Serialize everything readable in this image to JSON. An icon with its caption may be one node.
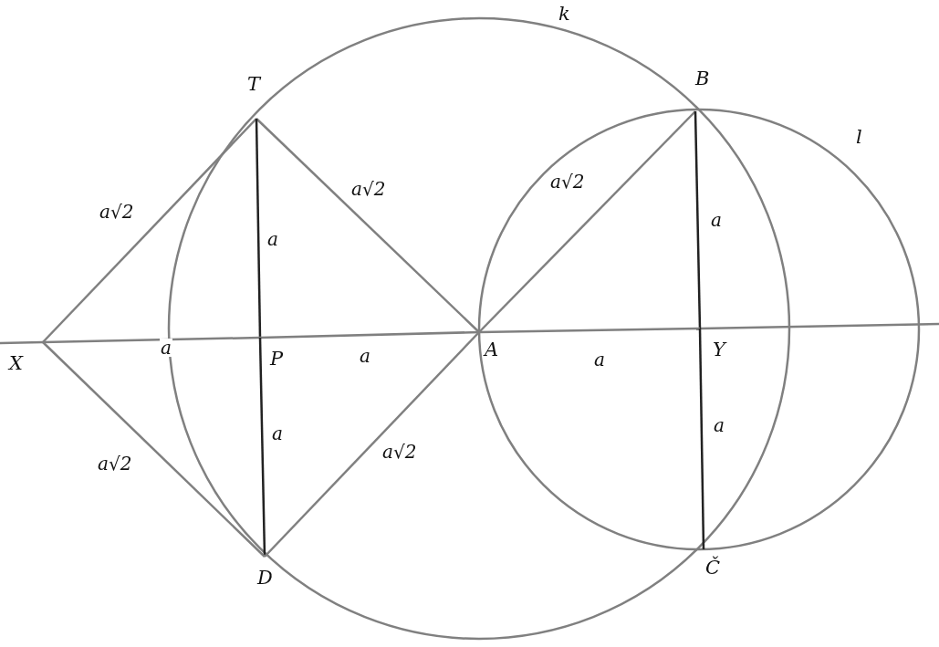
{
  "diagram": {
    "nodes": [
      {
        "text": [
          "T"
        ]
      },
      {
        "text": [
          "B"
        ]
      },
      {
        "text": [
          "X"
        ]
      },
      {
        "text": [
          "P"
        ]
      },
      {
        "text": [
          "A"
        ]
      },
      {
        "text": [
          "Y"
        ]
      },
      {
        "text": [
          "D"
        ]
      },
      {
        "text": [
          "Č"
        ]
      }
    ],
    "edges": [
      {
        "from": 2,
        "to": 0,
        "arrow": "none",
        "label": "a√2"
      },
      {
        "from": 0,
        "to": 4,
        "arrow": "none",
        "label": "a√2"
      },
      {
        "from": 4,
        "to": 1,
        "arrow": "none",
        "label": "a√2"
      },
      {
        "from": 0,
        "to": 3,
        "arrow": "none",
        "label": "a",
        "color": "#222222"
      },
      {
        "from": 1,
        "to": 5,
        "arrow": "none",
        "label": "a",
        "color": "#222222"
      },
      {
        "from": 2,
        "to": 3,
        "arrow": "none",
        "label": "a"
      },
      {
        "from": 3,
        "to": 4,
        "arrow": "none",
        "label": "a"
      },
      {
        "from": 4,
        "to": 5,
        "arrow": "none",
        "label": "a"
      },
      {
        "from": 3,
        "to": 6,
        "arrow": "none",
        "label": "a",
        "color": "#222222"
      },
      {
        "from": 5,
        "to": 7,
        "arrow": "none",
        "label": "a",
        "color": "#222222"
      },
      {
        "from": 2,
        "to": 6,
        "arrow": "none",
        "label": "a√2"
      },
      {
        "from": 6,
        "to": 4,
        "arrow": "none",
        "label": "a√2"
      }
    ],
    "labels": [
      "k",
      "l"
    ]
  }
}
